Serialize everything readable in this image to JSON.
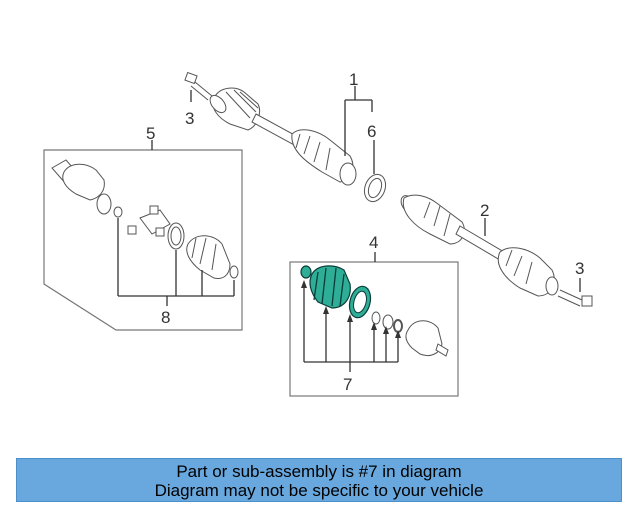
{
  "callouts": {
    "c1": "1",
    "c2": "2",
    "c3a": "3",
    "c3b": "3",
    "c4": "4",
    "c5": "5",
    "c6": "6",
    "c7": "7",
    "c8": "8"
  },
  "caption": {
    "line1": "Part or sub-assembly is #7 in diagram",
    "line2": "Diagram may not be specific to your vehicle"
  },
  "colors": {
    "highlight": "#2fae97",
    "caption_bg": "#68a8de"
  }
}
